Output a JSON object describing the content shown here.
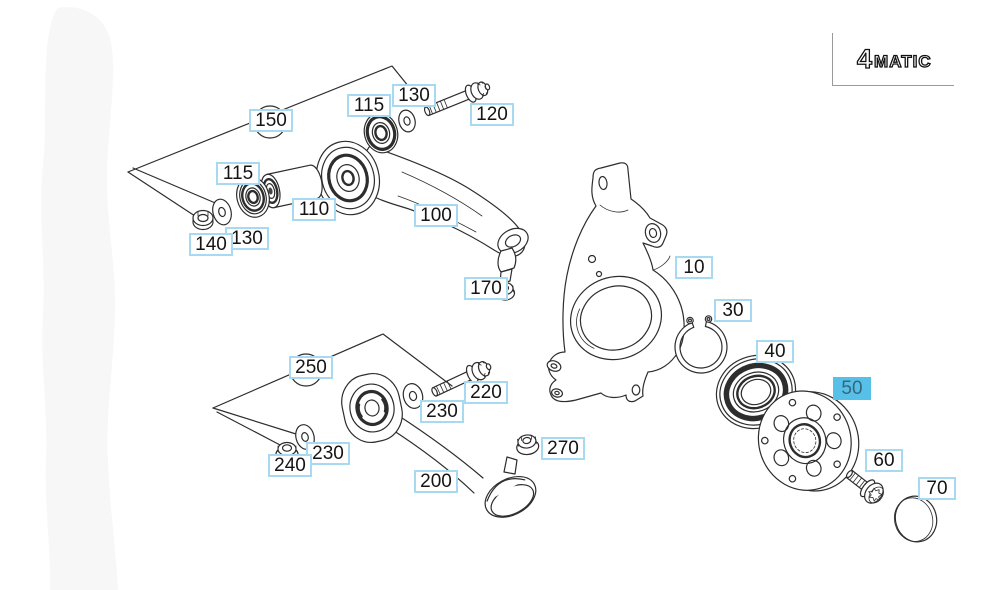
{
  "badge": {
    "four": "4",
    "matic": "MATIC"
  },
  "colors": {
    "callout_border": "#a7d9f0",
    "callout_highlight_bg": "#57c0e8",
    "callout_highlight_text": "#38657b",
    "line_art": "#2d2d2d",
    "ghost_part_fill": "#f7f7f7",
    "badge_border": "#9a9a9a"
  },
  "callouts": [
    {
      "text": "150",
      "shape": "circled",
      "selected": false
    },
    {
      "text": "115",
      "shape": "boxed",
      "selected": false
    },
    {
      "text": "130",
      "shape": "boxed",
      "selected": false
    },
    {
      "text": "120",
      "shape": "boxed",
      "selected": false
    },
    {
      "text": "115",
      "shape": "boxed",
      "selected": false
    },
    {
      "text": "110",
      "shape": "boxed",
      "selected": false
    },
    {
      "text": "100",
      "shape": "boxed",
      "selected": false
    },
    {
      "text": "130",
      "shape": "boxed",
      "selected": false
    },
    {
      "text": "140",
      "shape": "boxed",
      "selected": false
    },
    {
      "text": "170",
      "shape": "boxed",
      "selected": false
    },
    {
      "text": "10",
      "shape": "boxed",
      "selected": false
    },
    {
      "text": "30",
      "shape": "boxed",
      "selected": false
    },
    {
      "text": "40",
      "shape": "boxed",
      "selected": false
    },
    {
      "text": "50",
      "shape": "highlighted",
      "selected": true
    },
    {
      "text": "60",
      "shape": "boxed",
      "selected": false
    },
    {
      "text": "70",
      "shape": "boxed",
      "selected": false
    },
    {
      "text": "250",
      "shape": "circled",
      "selected": false
    },
    {
      "text": "220",
      "shape": "boxed",
      "selected": false
    },
    {
      "text": "230",
      "shape": "boxed",
      "selected": false
    },
    {
      "text": "230",
      "shape": "boxed",
      "selected": false
    },
    {
      "text": "240",
      "shape": "boxed",
      "selected": false
    },
    {
      "text": "200",
      "shape": "boxed",
      "selected": false
    },
    {
      "text": "270",
      "shape": "boxed",
      "selected": false
    }
  ]
}
